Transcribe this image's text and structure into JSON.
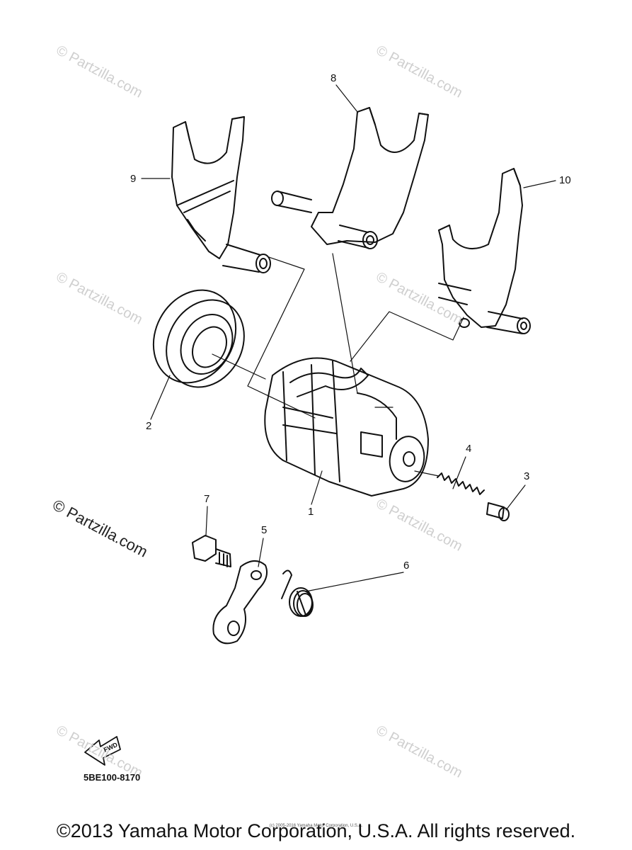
{
  "callouts": [
    {
      "id": "1",
      "label": "1"
    },
    {
      "id": "2",
      "label": "2"
    },
    {
      "id": "3",
      "label": "3"
    },
    {
      "id": "4",
      "label": "4"
    },
    {
      "id": "5",
      "label": "5"
    },
    {
      "id": "6",
      "label": "6"
    },
    {
      "id": "7",
      "label": "7"
    },
    {
      "id": "8",
      "label": "8"
    },
    {
      "id": "9",
      "label": "9"
    },
    {
      "id": "10",
      "label": "10"
    }
  ],
  "fwd_label": "FWD",
  "diagram_code": "5BE100-8170",
  "watermark": "© Partzilla.com",
  "copyright_small": "(c) 2005-2016 Yamaha Motor Corporation, U.S.A.",
  "copyright": "©2013 Yamaha Motor Corporation, U.S.A. All rights reserved."
}
